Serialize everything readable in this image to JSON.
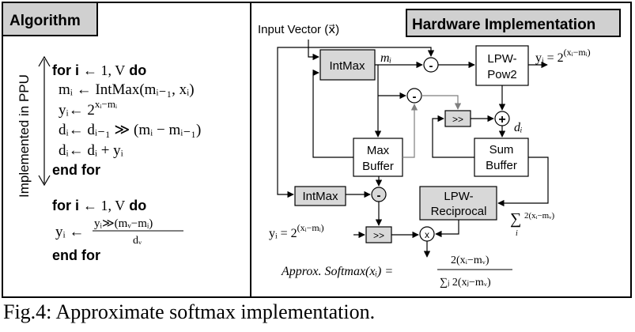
{
  "panels": {
    "algorithm_title": "Algorithm",
    "hardware_title": "Hardware Implementation"
  },
  "algorithm": {
    "side_label": "Implemented in PPU",
    "loop1": {
      "header_kw": "for i",
      "header_rest": "← 1, V",
      "header_do": "do",
      "line1": "mᵢ ← IntMax(mᵢ₋₁, xᵢ)",
      "line2_base": "yᵢ← 2",
      "line2_exp": "xᵢ−mᵢ",
      "line3": "dᵢ← dᵢ₋₁ ≫ (mᵢ − mᵢ₋₁)",
      "line4": "dᵢ← dᵢ + yᵢ",
      "end": "end for"
    },
    "loop2": {
      "header_kw": "for i",
      "header_rest": "← 1, V",
      "header_do": "do",
      "lhs": "yᵢ ←",
      "numerator": "yᵢ≫(mᵥ−mᵢ)",
      "denominator": "dᵥ",
      "end": "end for"
    }
  },
  "hardware": {
    "input_vector": "Input Vector (x⃗)",
    "blocks": {
      "intmax_top": "IntMax",
      "lpw_pow2_l1": "LPW-",
      "lpw_pow2_l2": "Pow2",
      "max_buffer_l1": "Max",
      "max_buffer_l2": "Buffer",
      "sum_buffer_l1": "Sum",
      "sum_buffer_l2": "Buffer",
      "intmax_bottom": "IntMax",
      "lpw_recip_l1": "LPW-",
      "lpw_recip_l2": "Reciprocal",
      "shift_top": ">>",
      "shift_bottom": ">>"
    },
    "operators": {
      "sub_top": "-",
      "sub_mid": "-",
      "add": "+",
      "sub_bottom": "-",
      "mul": "x"
    },
    "labels": {
      "m_i": "mᵢ",
      "d_i": "dᵢ",
      "y_out_base": "yᵢ = 2",
      "y_out_exp": "(xᵢ−mᵢ)",
      "y_in_base": "yᵢ = 2",
      "y_in_exp": "(xᵢ−mᵢ)",
      "sum_sigma": "∑",
      "sum_sub": "i",
      "sum_exp": "2(xᵢ−mᵥ)"
    },
    "result": {
      "lhs": "Approx. Softmax(xᵢ) =",
      "numerator": "2(xᵢ−mᵥ)",
      "denominator": "∑ⱼ 2(xⱼ−mᵥ)"
    }
  },
  "caption": "Fig.4: Approximate softmax implementation.",
  "colors": {
    "title_fill": "#d0d0d0",
    "block_fill": "#d8d8d8",
    "stroke": "#000000",
    "gray_line": "#7f7f7f"
  }
}
